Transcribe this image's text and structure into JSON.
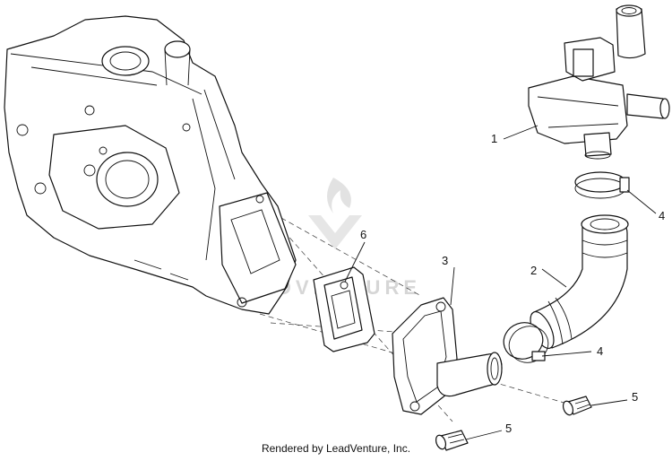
{
  "callouts": [
    {
      "id": "callout-1",
      "text": "1"
    },
    {
      "id": "callout-2",
      "text": "2"
    },
    {
      "id": "callout-3",
      "text": "3"
    },
    {
      "id": "callout-4a",
      "text": "4"
    },
    {
      "id": "callout-4b",
      "text": "4"
    },
    {
      "id": "callout-5a",
      "text": "5"
    },
    {
      "id": "callout-5b",
      "text": "5"
    },
    {
      "id": "callout-6",
      "text": "6"
    }
  ],
  "watermark": {
    "text": "LEADVENTURE"
  },
  "footer": {
    "text": "Rendered by LeadVenture, Inc."
  }
}
